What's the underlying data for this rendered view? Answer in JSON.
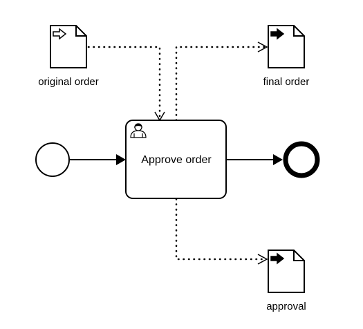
{
  "diagram": {
    "task": {
      "label": "Approve order",
      "icon": "user-icon"
    },
    "start_event": {
      "icon": "start-event-circle"
    },
    "end_event": {
      "icon": "end-event-circle"
    },
    "data_objects": {
      "original_order": {
        "label": "original order",
        "icon": "data-input-arrow-icon"
      },
      "final_order": {
        "label": "final order",
        "icon": "data-output-arrow-icon"
      },
      "approval": {
        "label": "approval",
        "icon": "data-output-arrow-icon"
      }
    },
    "colors": {
      "stroke": "#000000",
      "fill": "#ffffff"
    }
  }
}
